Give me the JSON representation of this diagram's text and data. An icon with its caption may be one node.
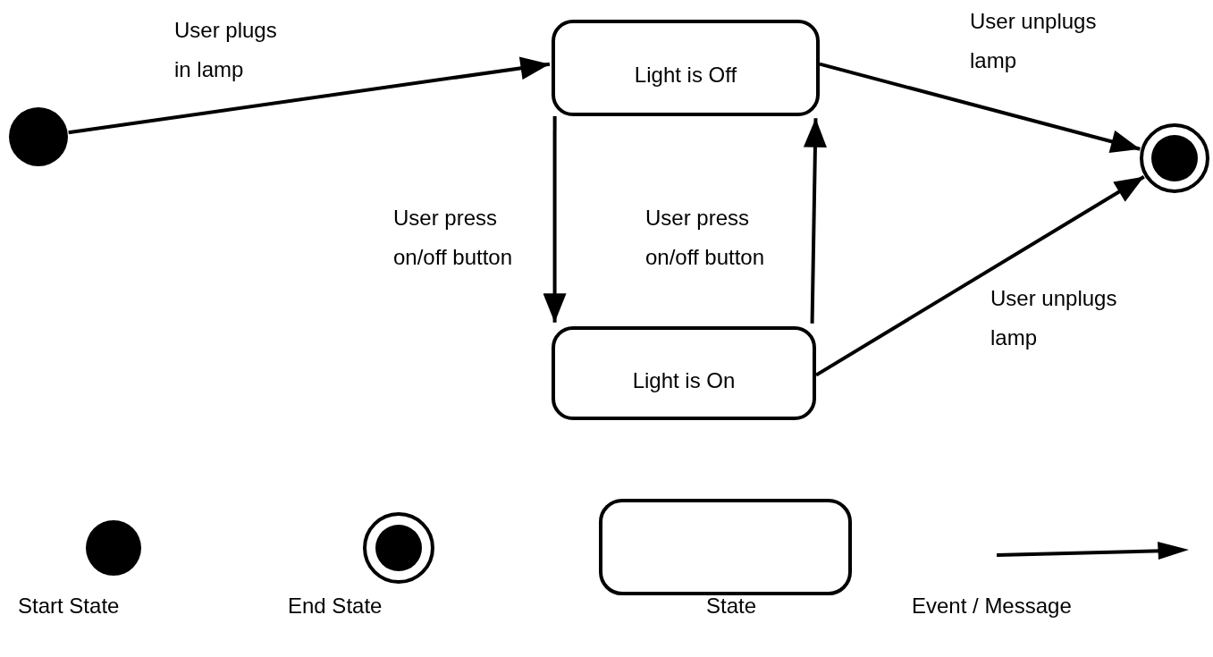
{
  "diagram": {
    "nodes": [
      {
        "text": [],
        "shape": "circle"
      },
      {
        "text": [
          "Light is Off"
        ]
      },
      {
        "text": [],
        "shape": "circle"
      },
      {
        "text": [
          "Light is On"
        ]
      }
    ],
    "edges": [
      {
        "from": 0,
        "to": 1,
        "arrow": "to",
        "label": "User plugs in lamp"
      },
      {
        "from": 1,
        "to": 2,
        "arrow": "to",
        "label": "User unplugs lamp"
      },
      {
        "from": 1,
        "to": 3,
        "arrow": "to",
        "label": "User press on/off button"
      },
      {
        "from": 3,
        "to": 1,
        "arrow": "to",
        "label": "User press on/off button"
      },
      {
        "from": 3,
        "to": 2,
        "arrow": "to",
        "label": "User unplugs lamp"
      }
    ],
    "legend": [
      {
        "text": "Start State"
      },
      {
        "text": "End State"
      },
      {
        "text": "State"
      },
      {
        "text": "Event / Message"
      }
    ]
  }
}
